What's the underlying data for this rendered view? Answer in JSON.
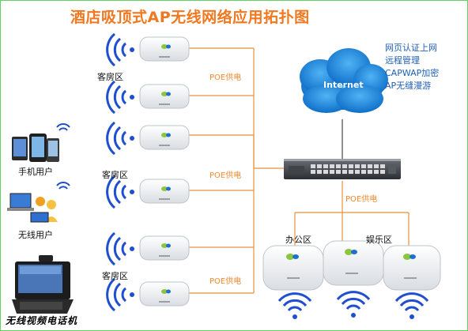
{
  "title": "酒店吸顶式AP无线网络应用拓扑图",
  "internet_label": "Internet",
  "features": [
    "网页认证上网",
    "远程管理",
    "CAPWAP加密",
    "AP无缝漫游"
  ],
  "poe_labels": [
    "POE供电",
    "POE供电",
    "POE供电",
    "POE供电"
  ],
  "room_labels": [
    "客房区",
    "客房区",
    "客房区"
  ],
  "office_label": "办公区",
  "entertainment_label": "娱乐区",
  "mobile_user_label": "手机用户",
  "wireless_user_label": "无线用户",
  "video_phone_label": "无线视频电话机",
  "colors": {
    "title": "#f07820",
    "poe": "#f08a30",
    "cloud": "#1a86d8",
    "wifi": "#1f4fd0",
    "feature_text": "#1f5fb5",
    "frame": "#5fd35f"
  }
}
